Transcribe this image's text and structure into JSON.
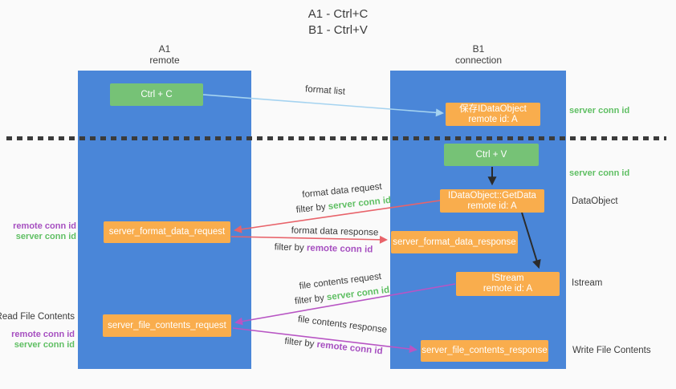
{
  "title": {
    "line1": "A1 - Ctrl+C",
    "line2": "B1 - Ctrl+V"
  },
  "lanes": {
    "left": {
      "name": "A1",
      "role": "remote"
    },
    "right": {
      "name": "B1",
      "role": "connection"
    }
  },
  "boxes": {
    "ctrl_c": "Ctrl + C",
    "ctrl_v": "Ctrl + V",
    "save_idataobject_line1": "保存IDataObject",
    "save_idataobject_line2": "remote id: A",
    "getdata_line1": "IDataObject::GetData",
    "getdata_line2": "remote id: A",
    "istream_line1": "IStream",
    "istream_line2": "remote id: A",
    "format_request": "server_format_data_request",
    "format_response": "server_format_data_response",
    "file_request": "server_file_contents_request",
    "file_response": "server_file_contents_response"
  },
  "labels": {
    "format_list": "format list",
    "format_data_request": "format data request",
    "format_data_response": "format data response",
    "file_contents_request": "file contents request",
    "file_contents_response": "file contents response",
    "filter_by": "filter by ",
    "server_conn_id": "server conn id",
    "remote_conn_id": "remote conn id",
    "data_object": "DataObject",
    "istream": "Istream",
    "read_file_contents": "Read File Contents",
    "write_file_contents": "Write File Contents"
  },
  "colors": {
    "lane_fill": "#4a86d8",
    "green_box": "#76c276",
    "orange_box": "#f9ad4d",
    "request_arrow_red": "#e8636a",
    "contents_arrow_purple": "#b855c4",
    "format_list_arrow_blue": "#a5d3f0",
    "black_arrow": "#2b2b2b",
    "green_text": "#5fbf63",
    "purple_text": "#a64fc0",
    "dark_text": "#3b3b3b",
    "background": "#fafafa"
  }
}
